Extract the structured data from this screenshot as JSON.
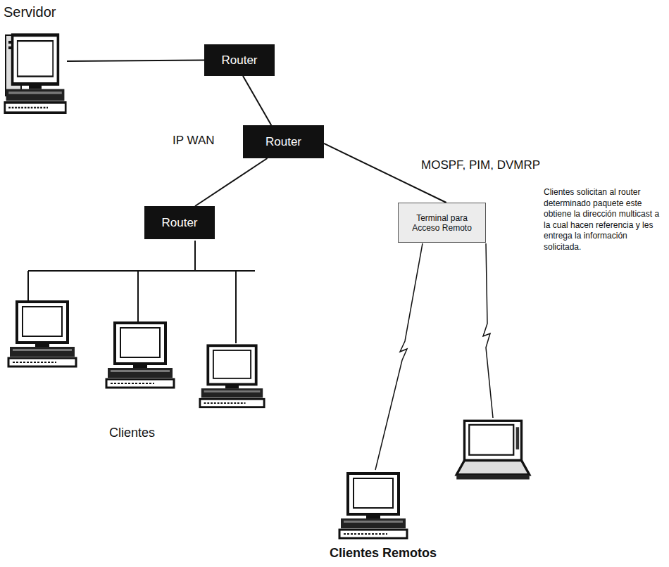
{
  "diagram": {
    "nodes": [
      {
        "text": [
          "Servidor"
        ]
      },
      {
        "text": [
          "Router"
        ]
      },
      {
        "text": [
          "Router"
        ]
      },
      {
        "text": [
          "Router"
        ]
      },
      {
        "text": [
          "Terminal para Acceso Remoto"
        ]
      }
    ],
    "edges": [
      {
        "from": 0,
        "to": 1,
        "arrow": "none"
      },
      {
        "from": 1,
        "to": 2,
        "arrow": "none"
      },
      {
        "from": 2,
        "to": 3,
        "arrow": "none"
      },
      {
        "from": 2,
        "to": 4,
        "arrow": "none"
      }
    ],
    "labels": [
      "IP WAN",
      "MOSPF, PIM, DVMRP",
      "Clientes solicitan al router determinado paquete este obtiene la dirección multicast a la cual hacen referencia y les entrega la información solicitada.",
      "Clientes",
      "Clientes Remotos"
    ]
  }
}
